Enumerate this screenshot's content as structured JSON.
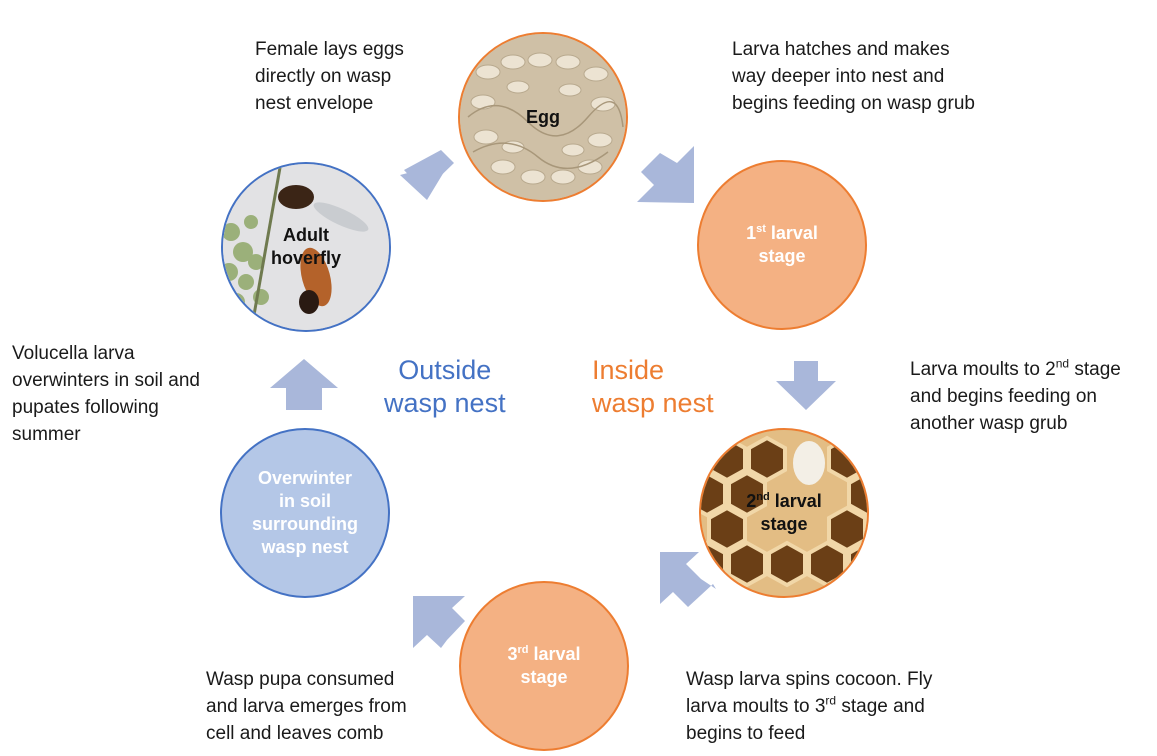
{
  "colors": {
    "orange": "#ed7d31",
    "orange_fill": "#f4b183",
    "blue": "#4472c4",
    "blue_fill": "#b4c7e7",
    "arrow": "#a9b7da"
  },
  "stages": {
    "egg": {
      "label": "Egg"
    },
    "first": {
      "ordinal": "1",
      "sup": "st",
      "rest": " larval",
      "line2": "stage"
    },
    "second": {
      "ordinal": "2",
      "sup": "nd",
      "rest": " larval",
      "line2": "stage"
    },
    "third": {
      "ordinal": "3",
      "sup": "rd",
      "rest": " larval",
      "line2": "stage"
    },
    "overwinter": {
      "line1": "Overwinter",
      "line2": "in soil",
      "line3": "surrounding",
      "line4": "wasp nest"
    },
    "adult": {
      "line1": "Adult",
      "line2": "hoverfly"
    }
  },
  "regions": {
    "outside": {
      "line1": "Outside",
      "line2": "wasp nest"
    },
    "inside": {
      "line1": "Inside",
      "line2": "wasp nest"
    }
  },
  "notes": {
    "female": {
      "l1": "Female lays eggs",
      "l2": "directly on wasp",
      "l3": "nest envelope"
    },
    "hatches": {
      "l1": "Larva hatches and makes",
      "l2": "way deeper into nest and",
      "l3": "begins feeding on wasp grub"
    },
    "moults": {
      "l1a": "Larva moults to 2",
      "l1sup": "nd",
      "l1b": " stage",
      "l2": "and begins feeding on",
      "l3": "another wasp grub"
    },
    "cocoon": {
      "l1": "Wasp larva spins cocoon. Fly",
      "l2a": "larva moults to 3",
      "l2sup": "rd",
      "l2b": " stage and",
      "l3": "begins to feed"
    },
    "pupa": {
      "l1": "Wasp pupa consumed",
      "l2": "and larva emerges from",
      "l3": "cell and leaves comb"
    },
    "volucella": {
      "l1": "Volucella larva",
      "l2": "overwinters in soil and",
      "l3": "pupates following",
      "l4": "summer"
    }
  }
}
